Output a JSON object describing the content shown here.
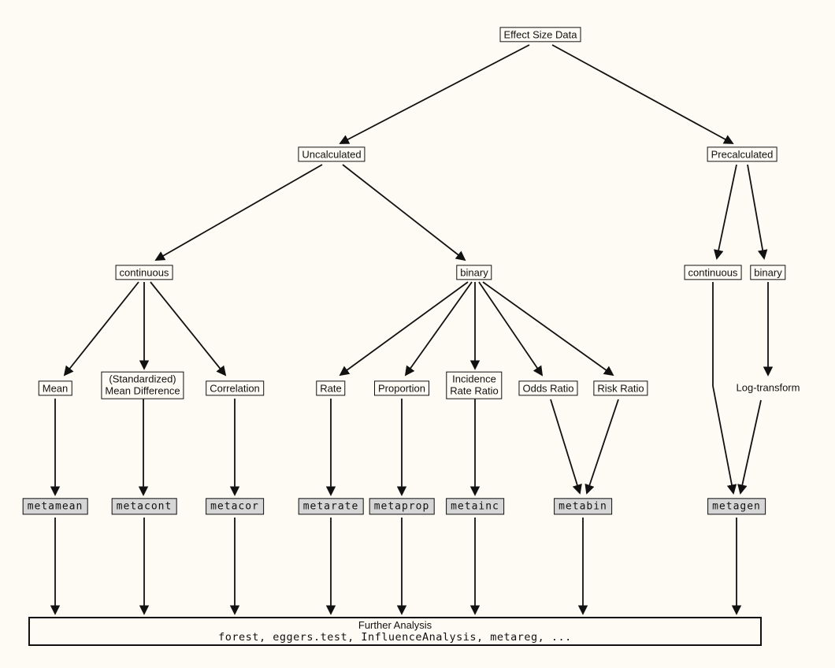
{
  "nodes": {
    "effect_size_data": "Effect Size Data",
    "uncalculated": "Uncalculated",
    "precalculated": "Precalculated",
    "uncalculated_continuous": "continuous",
    "uncalculated_binary": "binary",
    "precalculated_continuous": "continuous",
    "precalculated_binary": "binary",
    "mean": "Mean",
    "smd_line1": "(Standardized)",
    "smd_line2": "Mean Difference",
    "correlation": "Correlation",
    "rate": "Rate",
    "proportion": "Proportion",
    "incidence_line1": "Incidence",
    "incidence_line2": "Rate Ratio",
    "odds_ratio": "Odds Ratio",
    "risk_ratio": "Risk Ratio",
    "log_transform": "Log-transform"
  },
  "functions": {
    "metamean": "metamean",
    "metacont": "metacont",
    "metacor": "metacor",
    "metarate": "metarate",
    "metaprop": "metaprop",
    "metainc": "metainc",
    "metabin": "metabin",
    "metagen": "metagen"
  },
  "further_analysis": {
    "title": "Further Analysis",
    "functions_list": "forest, eggers.test, InfluenceAnalysis, metareg, ..."
  },
  "colors": {
    "background": "#fdfbf3",
    "line": "#111111",
    "function_box_fill": "#d6d6d6"
  }
}
